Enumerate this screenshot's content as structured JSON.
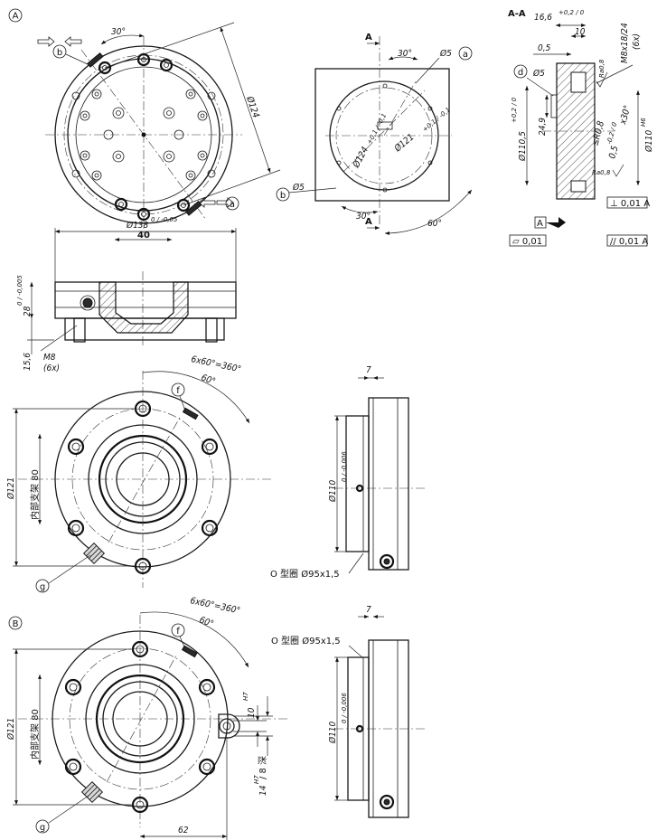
{
  "variants": {
    "a": "A",
    "b": "B"
  },
  "callouts": {
    "a": "a",
    "b": "b",
    "d": "d",
    "f": "f",
    "g": "g"
  },
  "section": {
    "marker": "A",
    "title": "A-A"
  },
  "dims": {
    "angle30": "30°",
    "d124": "Ø124",
    "d5": "Ø5",
    "d124tol": "Ø124",
    "tol124": "+0,1 / -0,1",
    "d121tol": "Ø121",
    "tol121": "+0,1 / -0,1",
    "angle60": "60°",
    "d138": "Ø138",
    "tol138": "0 / -0,05",
    "w40": "40",
    "h28": "28",
    "tol28": "0 / -0,005",
    "h15_6": "15,6",
    "m8": "M8",
    "m8count": "(6x)",
    "d16_6": "16,6",
    "tol16_6": "+0,2 / 0",
    "d10": "10",
    "d0_5": "0,5",
    "m8x18": "M8x18/24",
    "m8x18count": "(6x)",
    "ra08": "Ra0,8",
    "d110_5": "Ø110,5",
    "tol110_5": "+0,2 / 0",
    "d24_9": "24,9",
    "r08": "≤R0,8",
    "chamfer": "0,5",
    "chamfer_tol": "-0,2 / 0",
    "chamfer_angle": "x30°",
    "d110h6": "Ø110",
    "h6": "H6",
    "datumA": "A",
    "perp": "⊥ 0,01 A",
    "flat": "▱ 0,01",
    "par": "// 0,01 A",
    "pattern": "6x60°=360°",
    "d121": "Ø121",
    "support": "内部支架 80",
    "w7": "7",
    "d110": "Ø110",
    "tol110": "0 / -0,006",
    "oring": "O 型圈 Ø95x1,5",
    "h10": "10",
    "h7": "H7",
    "d14": "14",
    "depth": "/ 8 深",
    "w62": "62"
  }
}
